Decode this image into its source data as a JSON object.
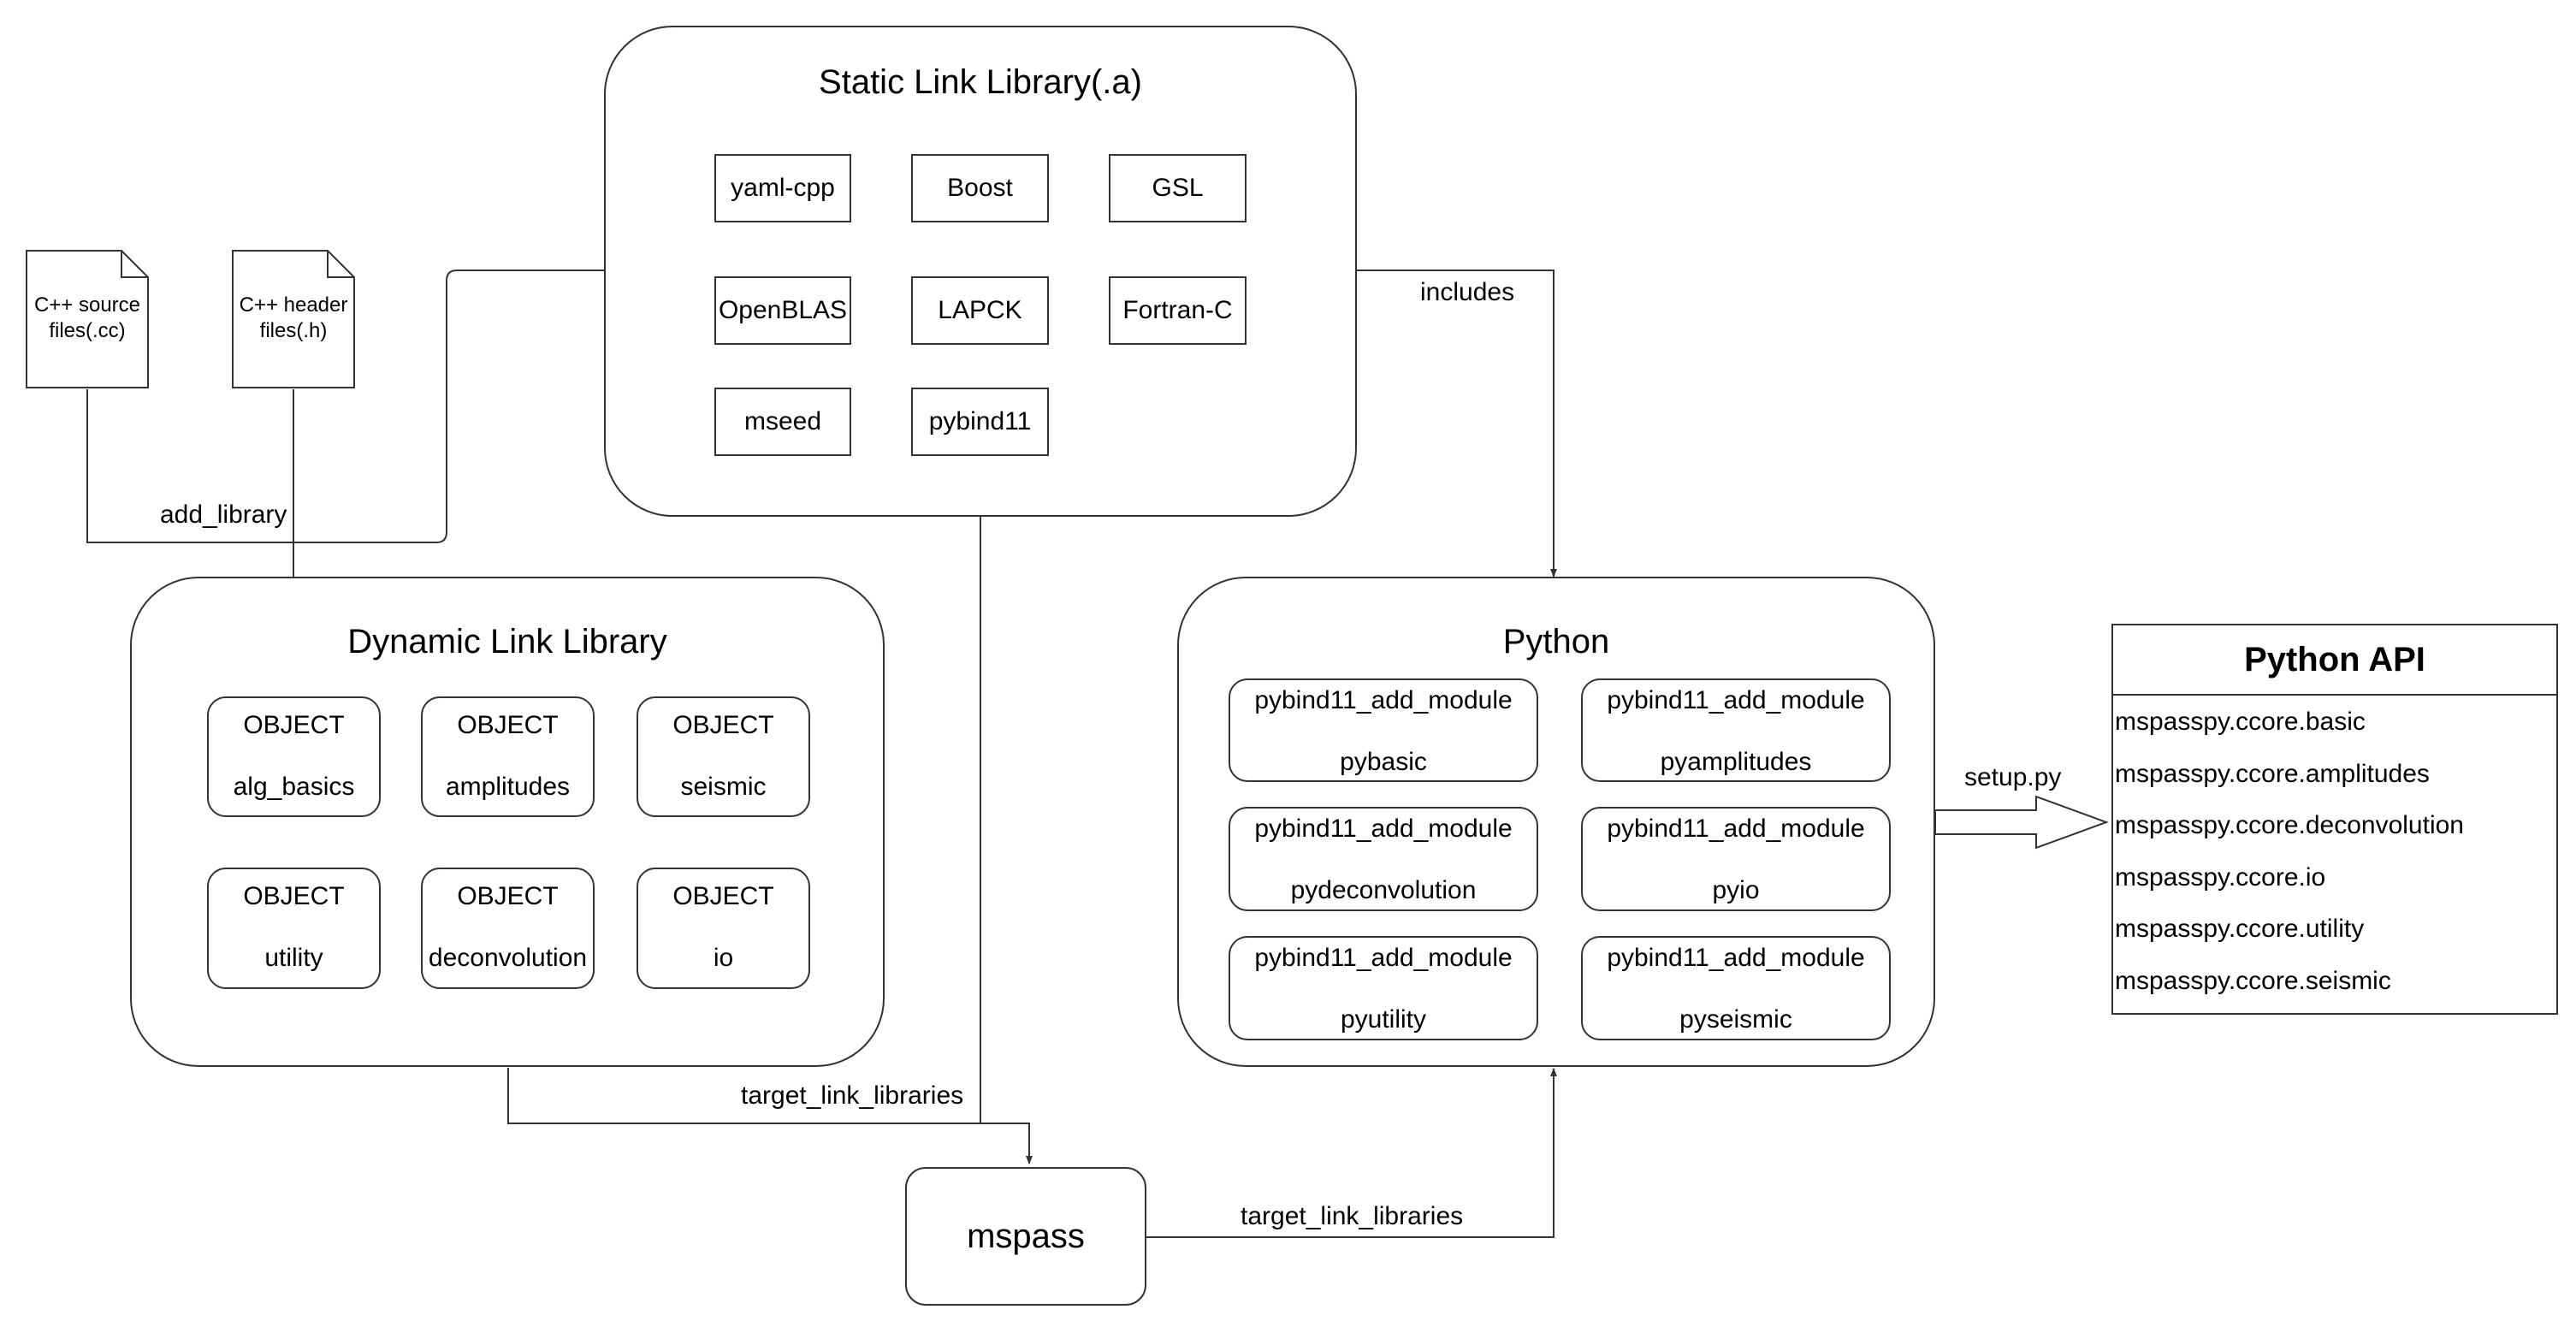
{
  "files": {
    "cpp_source_line1": "C++ source",
    "cpp_source_line2": "files(.cc)",
    "cpp_header_line1": "C++ header",
    "cpp_header_line2": "files(.h)"
  },
  "static_lib": {
    "title": "Static Link Library(.a)",
    "items": [
      "yaml-cpp",
      "Boost",
      "GSL",
      "OpenBLAS",
      "LAPCK",
      "Fortran-C",
      "mseed",
      "pybind11"
    ]
  },
  "dynamic_lib": {
    "title": "Dynamic Link Library",
    "objects": [
      {
        "kind": "OBJECT",
        "name": "alg_basics"
      },
      {
        "kind": "OBJECT",
        "name": "amplitudes"
      },
      {
        "kind": "OBJECT",
        "name": "seismic"
      },
      {
        "kind": "OBJECT",
        "name": "utility"
      },
      {
        "kind": "OBJECT",
        "name": "deconvolution"
      },
      {
        "kind": "OBJECT",
        "name": "io"
      }
    ]
  },
  "python": {
    "title": "Python",
    "modules": [
      {
        "kind": "pybind11_add_module",
        "name": "pybasic"
      },
      {
        "kind": "pybind11_add_module",
        "name": "pyamplitudes"
      },
      {
        "kind": "pybind11_add_module",
        "name": "pydeconvolution"
      },
      {
        "kind": "pybind11_add_module",
        "name": "pyio"
      },
      {
        "kind": "pybind11_add_module",
        "name": "pyutility"
      },
      {
        "kind": "pybind11_add_module",
        "name": "pyseismic"
      }
    ]
  },
  "python_api": {
    "title": "Python API",
    "items": [
      "mspasspy.ccore.basic",
      "mspasspy.ccore.amplitudes",
      "mspasspy.ccore.deconvolution",
      "mspasspy.ccore.io",
      "mspasspy.ccore.utility",
      "mspasspy.ccore.seismic"
    ]
  },
  "mspass": {
    "label": "mspass"
  },
  "edges": {
    "add_library": "add_library",
    "includes": "includes",
    "target_link_top": "target_link_libraries",
    "target_link_bottom": "target_link_libraries",
    "setup_py": "setup.py"
  }
}
